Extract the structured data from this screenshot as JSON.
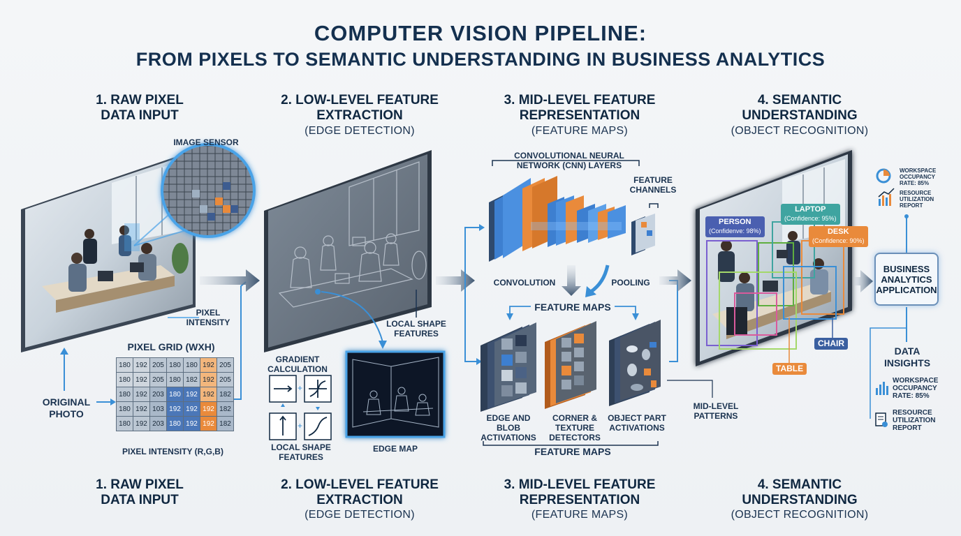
{
  "title": {
    "line1": "COMPUTER VISION PIPELINE:",
    "line2": "FROM PIXELS TO SEMANTIC UNDERSTANDING IN BUSINESS ANALYTICS"
  },
  "stages": [
    {
      "title": "1. RAW PIXEL\nDATA INPUT",
      "sub": ""
    },
    {
      "title": "2. LOW-LEVEL FEATURE\nEXTRACTION",
      "sub": "(EDGE DETECTION)"
    },
    {
      "title": "3. MID-LEVEL FEATURE\nREPRESENTATION",
      "sub": "(FEATURE MAPS)"
    },
    {
      "title": "4. SEMANTIC\nUNDERSTANDING",
      "sub": "(OBJECT RECOGNITION)"
    }
  ],
  "stage1": {
    "image_sensor": "IMAGE SENSOR",
    "pixel_intensity": "PIXEL\nINTENSITY",
    "pixel_grid": "PIXEL GRID (WxH)",
    "original_photo": "ORIGINAL\nPHOTO",
    "pixel_intensity_rgb": "PIXEL INTENSITY (R,G,B)",
    "grid": [
      [
        "180",
        "192",
        "205",
        "180",
        "180",
        "192",
        "205"
      ],
      [
        "180",
        "192",
        "205",
        "180",
        "182",
        "192",
        "205"
      ],
      [
        "180",
        "192",
        "203",
        "180",
        "192",
        "192",
        "182"
      ],
      [
        "180",
        "192",
        "103",
        "192",
        "192",
        "192",
        "182"
      ],
      [
        "180",
        "192",
        "203",
        "180",
        "192",
        "192",
        "182"
      ]
    ]
  },
  "stage2": {
    "local_shape_features_top": "LOCAL SHAPE\nFEATURES",
    "gradient_calc": "GRADIENT\nCALCULATION",
    "local_shape_features_bottom": "LOCAL SHAPE\nFEATURES",
    "edge_map": "EDGE MAP"
  },
  "stage3": {
    "cnn_layers": "CONVOLUTIONAL NEURAL\nNETWORK (CNN) LAYERS",
    "feature_channels": "FEATURE\nCHANNELS",
    "convolution": "CONVOLUTION",
    "pooling": "POOLING",
    "feature_maps_top": "FEATURE MAPS",
    "edge_blob": "EDGE AND BLOB\nACTIVATIONS",
    "corner_texture": "CORNER &\nTEXTURE\nDETECTORS",
    "object_part": "OBJECT PART\nACTIVATIONS",
    "feature_maps_bottom": "FEATURE MAPS",
    "mid_level_patterns": "MID-LEVEL\nPATTERNS"
  },
  "stage4": {
    "person": "PERSON",
    "person_conf": "(Confidenve: 98%)",
    "laptop": "LAPTOP",
    "laptop_conf": "(Confidence: 95%)",
    "desk": "DESK",
    "desk_conf": "(Confidence: 90%)",
    "chair": "CHAIR",
    "table": "TABLE",
    "kpi1": "WORKSPACE\nOCCUPANCY\nRATE: 85%",
    "kpi2": "RESOURCE\nUTILIZATION\nREPORT",
    "business_app": "BUSINESS\nANALYTICS\nAPPLICATION",
    "data_insights": "DATA\nINSIGHTS",
    "insight1": "WORKSPACE\nOCCUPANCY\nRATE: 85%",
    "insight2": "RESOURCE\nUTILIZATION\nREPORT"
  },
  "colors": {
    "accent_blue": "#3a8fd6",
    "accent_orange": "#e98a3b",
    "navy": "#14304f"
  }
}
